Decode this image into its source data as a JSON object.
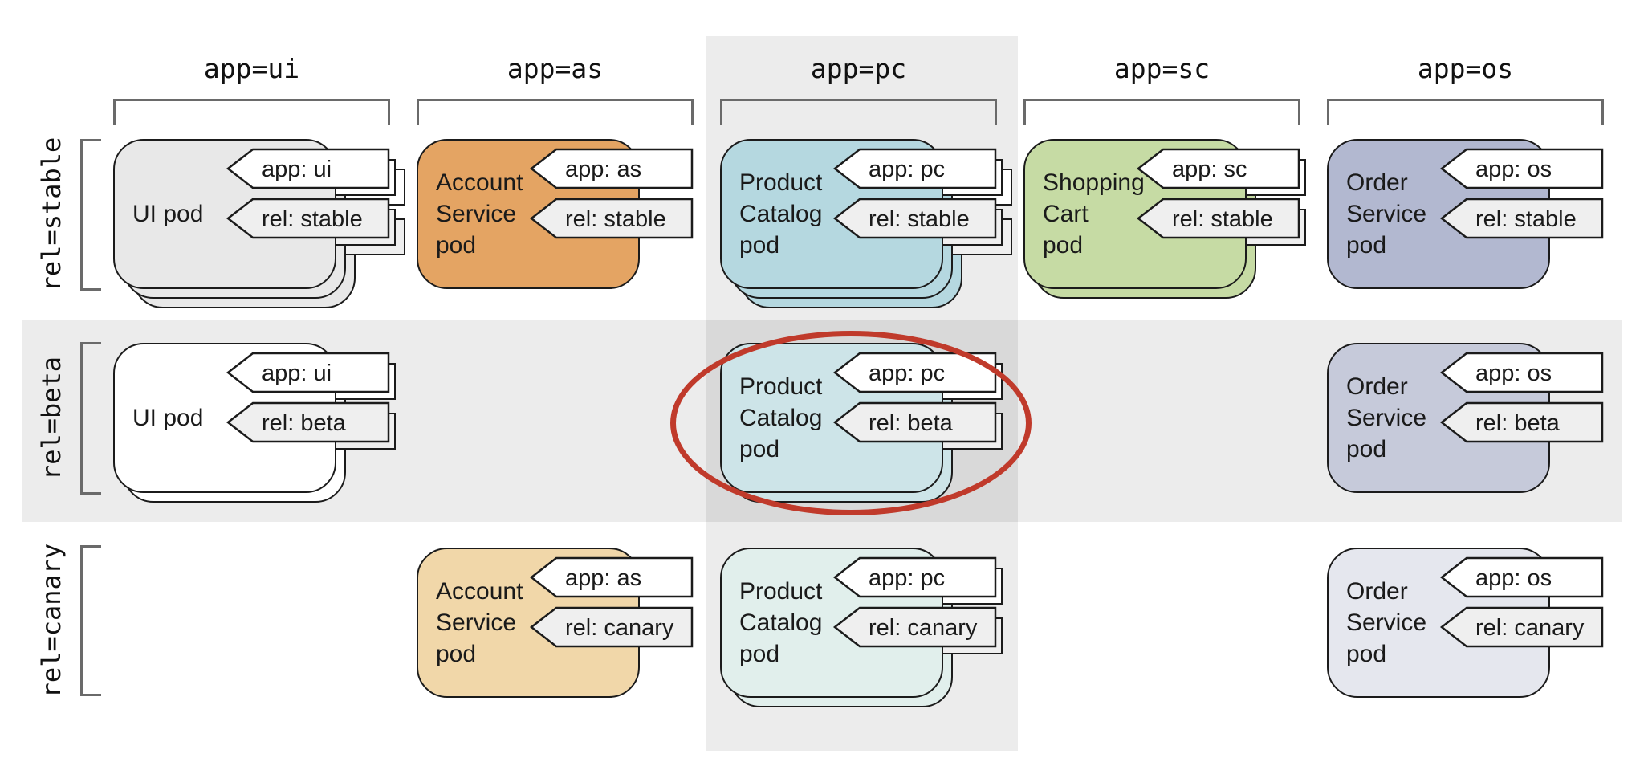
{
  "diagram": {
    "columns": [
      {
        "id": "ui",
        "header": "app=ui",
        "highlighted": false
      },
      {
        "id": "as",
        "header": "app=as",
        "highlighted": false
      },
      {
        "id": "pc",
        "header": "app=pc",
        "highlighted": true
      },
      {
        "id": "sc",
        "header": "app=sc",
        "highlighted": false
      },
      {
        "id": "os",
        "header": "app=os",
        "highlighted": false
      }
    ],
    "rows": [
      {
        "id": "stable",
        "label": "rel=stable",
        "highlighted": false
      },
      {
        "id": "beta",
        "label": "rel=beta",
        "highlighted": true
      },
      {
        "id": "canary",
        "label": "rel=canary",
        "highlighted": false
      }
    ],
    "pods": [
      {
        "row": "stable",
        "col": "ui",
        "name": "UI pod",
        "lines": [
          "UI pod"
        ],
        "app_label": "app: ui",
        "rel_label": "rel: stable",
        "fill": "#e8e8e8",
        "stack": 3,
        "circled": false
      },
      {
        "row": "stable",
        "col": "as",
        "name": "Account Service pod",
        "lines": [
          "Account",
          "Service",
          "pod"
        ],
        "app_label": "app: as",
        "rel_label": "rel: stable",
        "fill": "#e4a463",
        "stack": 1,
        "circled": false
      },
      {
        "row": "stable",
        "col": "pc",
        "name": "Product Catalog pod",
        "lines": [
          "Product",
          "Catalog",
          "pod"
        ],
        "app_label": "app: pc",
        "rel_label": "rel: stable",
        "fill": "#b5d8e0",
        "stack": 3,
        "circled": false
      },
      {
        "row": "stable",
        "col": "sc",
        "name": "Shopping Cart pod",
        "lines": [
          "Shopping",
          "Cart",
          "pod"
        ],
        "app_label": "app: sc",
        "rel_label": "rel: stable",
        "fill": "#c6dba4",
        "stack": 2,
        "circled": false
      },
      {
        "row": "stable",
        "col": "os",
        "name": "Order Service pod",
        "lines": [
          "Order",
          "Service",
          "pod"
        ],
        "app_label": "app: os",
        "rel_label": "rel: stable",
        "fill": "#b2b8d0",
        "stack": 1,
        "circled": false
      },
      {
        "row": "beta",
        "col": "ui",
        "name": "UI pod",
        "lines": [
          "UI pod"
        ],
        "app_label": "app: ui",
        "rel_label": "rel: beta",
        "fill": "#ffffff",
        "stack": 2,
        "circled": false
      },
      {
        "row": "beta",
        "col": "pc",
        "name": "Product Catalog pod",
        "lines": [
          "Product",
          "Catalog",
          "pod"
        ],
        "app_label": "app: pc",
        "rel_label": "rel: beta",
        "fill": "#cde4e8",
        "stack": 2,
        "circled": true
      },
      {
        "row": "beta",
        "col": "os",
        "name": "Order Service pod",
        "lines": [
          "Order",
          "Service",
          "pod"
        ],
        "app_label": "app: os",
        "rel_label": "rel: beta",
        "fill": "#c6cada",
        "stack": 1,
        "circled": false
      },
      {
        "row": "canary",
        "col": "as",
        "name": "Account Service pod",
        "lines": [
          "Account",
          "Service",
          "pod"
        ],
        "app_label": "app: as",
        "rel_label": "rel: canary",
        "fill": "#f1d7a9",
        "stack": 1,
        "circled": false
      },
      {
        "row": "canary",
        "col": "pc",
        "name": "Product Catalog pod",
        "lines": [
          "Product",
          "Catalog",
          "pod"
        ],
        "app_label": "app: pc",
        "rel_label": "rel: canary",
        "fill": "#e1efec",
        "stack": 2,
        "circled": false
      },
      {
        "row": "canary",
        "col": "os",
        "name": "Order Service pod",
        "lines": [
          "Order",
          "Service",
          "pod"
        ],
        "app_label": "app: os",
        "rel_label": "rel: canary",
        "fill": "#e5e7ee",
        "stack": 1,
        "circled": false
      }
    ],
    "colors": {
      "pod_outline": "#1b1b1b",
      "bracket": "#6a6a6a",
      "highlight_band": "#ececec",
      "highlight_band_overlap": "#d9d9d9",
      "app_tag_fill": "#ffffff",
      "rel_tag_fill": "#efefef",
      "selection_ellipse": "#c03a2b"
    },
    "selection": {
      "shape": "ellipse",
      "target_pod": "Product Catalog pod (rel: beta)"
    }
  }
}
